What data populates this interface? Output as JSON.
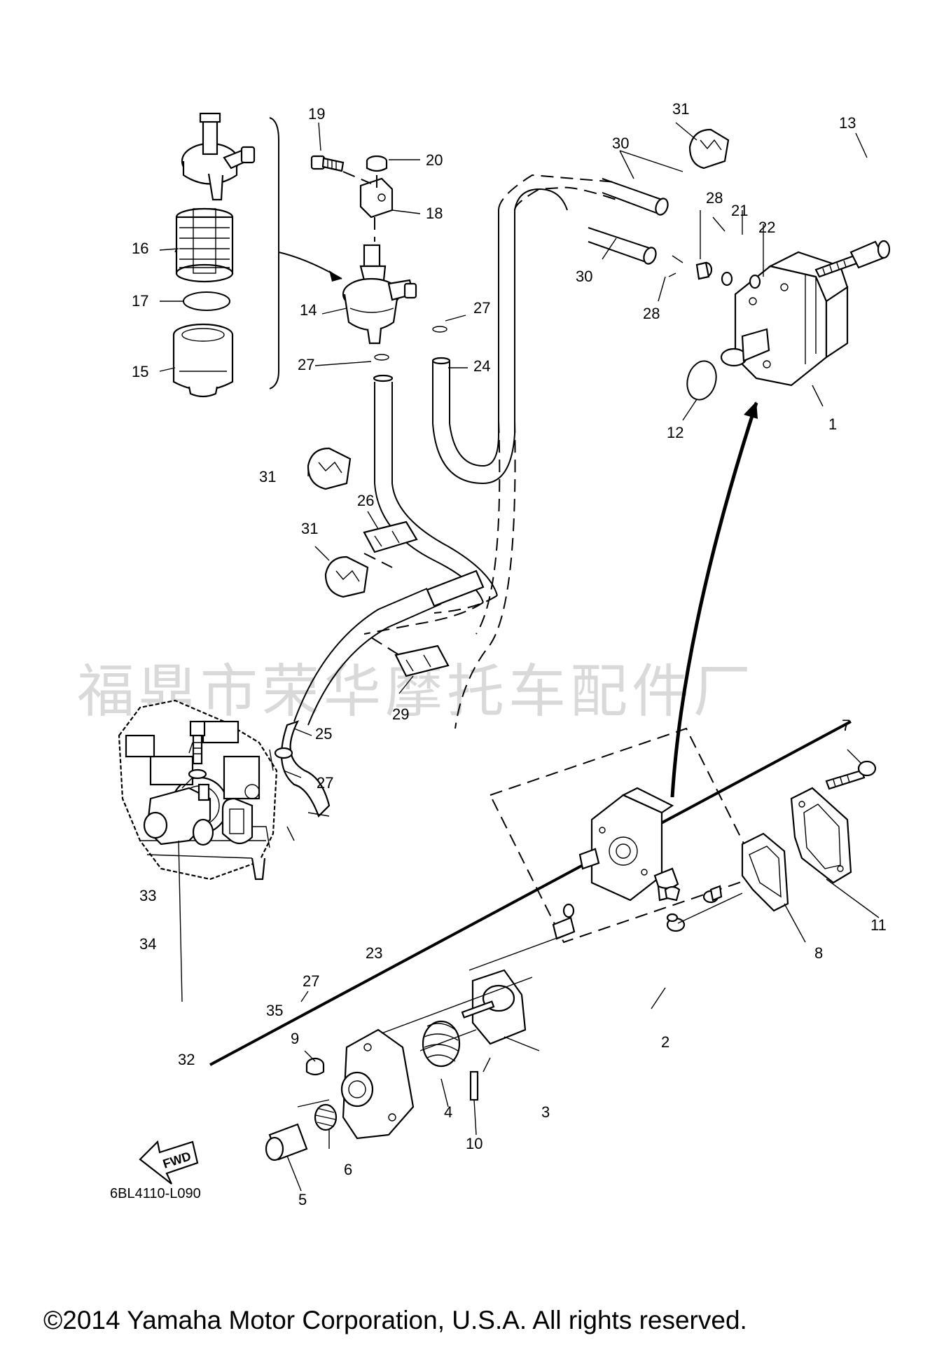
{
  "diagram": {
    "code": "6BL4110-L090",
    "fwd_label": "FWD",
    "watermark": "福鼎市荣华摩托车配件厂",
    "copyright": "©2014 Yamaha Motor Corporation, U.S.A. All rights reserved.",
    "callouts": {
      "c1": "1",
      "c2": "2",
      "c3": "3",
      "c4": "4",
      "c5": "5",
      "c6": "6",
      "c7": "7",
      "c8": "8",
      "c9": "9",
      "c10": "10",
      "c11": "11",
      "c12": "12",
      "c13": "13",
      "c14": "14",
      "c15": "15",
      "c16": "16",
      "c17": "17",
      "c18": "18",
      "c19": "19",
      "c20": "20",
      "c21": "21",
      "c22": "22",
      "c23": "23",
      "c24": "24",
      "c25": "25",
      "c26": "26",
      "c27a": "27",
      "c27b": "27",
      "c27c": "27",
      "c27d": "27",
      "c28a": "28",
      "c28b": "28",
      "c29": "29",
      "c30a": "30",
      "c30b": "30",
      "c31a": "31",
      "c31b": "31",
      "c31c": "31",
      "c32": "32",
      "c33": "33",
      "c34": "34",
      "c35": "35"
    }
  }
}
